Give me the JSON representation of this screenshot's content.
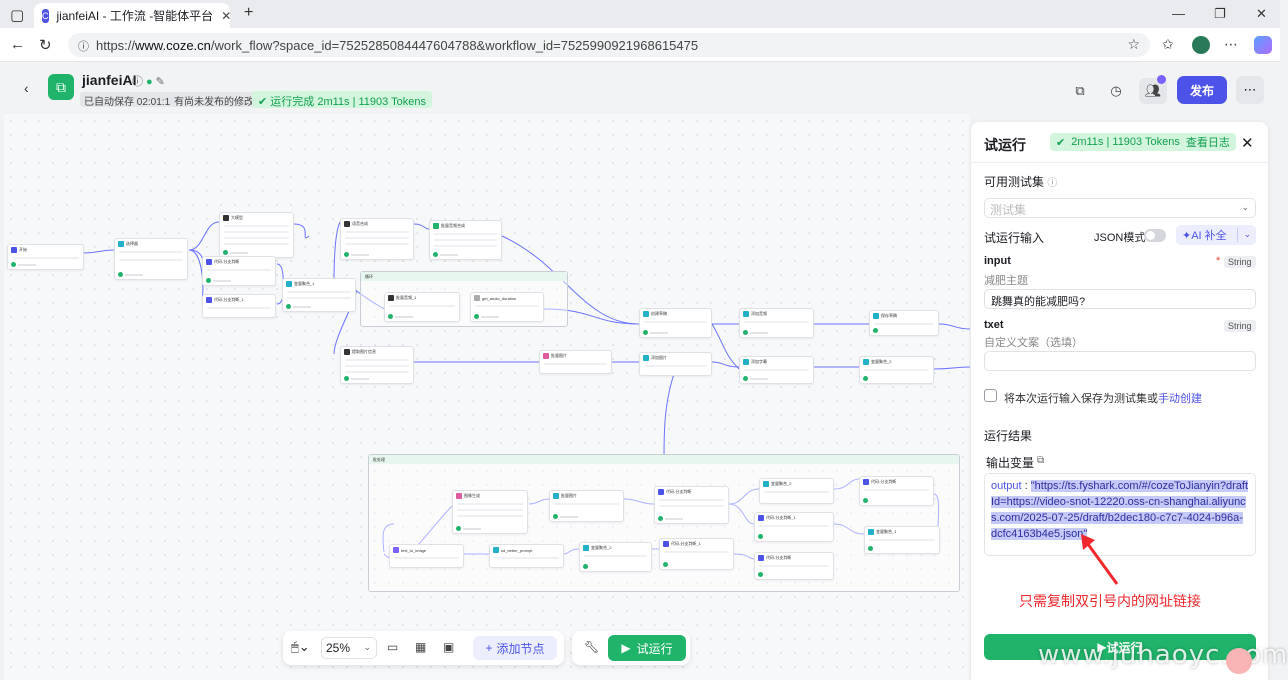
{
  "browser": {
    "tab_title": "jianfeiAI - 工作流 -智能体平台",
    "url_prefix": "https://",
    "url_host": "www.coze.cn",
    "url_path": "/work_flow?space_id=7525285084447604788&workflow_id=7525990921968615475"
  },
  "header": {
    "app_name": "jianfeiAI",
    "saved": "已自动保存 02:01:14",
    "unpublished": "有尚未发布的修改",
    "run_status": "运行完成 2m11s | 11903 Tokens",
    "publish": "发布"
  },
  "toolbar": {
    "zoom": "25%",
    "add_node": "添加节点",
    "test_run": "试运行"
  },
  "panel": {
    "title": "试运行",
    "badge_stats": "2m11s | 11903 Tokens",
    "badge_log": "查看日志",
    "testset_label": "可用测试集",
    "testset_placeholder": "测试集",
    "input_label": "试运行输入",
    "json_mode": "JSON模式",
    "ai_fill": "AI 补全",
    "field1_name": "input",
    "field1_type": "String",
    "field1_desc": "减肥主题",
    "field1_value": "跳舞真的能减肥吗?",
    "field2_name": "txet",
    "field2_type": "String",
    "field2_desc": "自定义文案（选填）",
    "field2_value": "",
    "save_text": "将本次运行输入保存为测试集或",
    "save_link": "手动创建",
    "result_label": "运行结果",
    "output_label": "输出变量",
    "output_key": "output",
    "output_value": "\"https://ts.fyshark.com/#/cozeToJianyin?draftId=https://video-snot-12220.oss-cn-shanghai.aliyuncs.com/2025-07-25/draft/b2dec180-c7c7-4024-b96a-dcfc4163b4e5.json\"",
    "run_button": "试运行"
  },
  "annotation": {
    "hint": "只需复制双引号内的网址链接"
  },
  "watermark": "www.juhaoyc.com",
  "nodes": [
    {
      "title": "开始"
    },
    {
      "title": "选择器"
    },
    {
      "title": "大模型"
    },
    {
      "title": "代码-分支判断"
    },
    {
      "title": "代码-分支判断_1"
    },
    {
      "title": "变量聚合_1"
    },
    {
      "title": "语音合成"
    },
    {
      "title": "批量音频合成"
    },
    {
      "title": "循环"
    },
    {
      "title": "批量音频_1"
    },
    {
      "title": "get_audio_duration"
    },
    {
      "title": "提取图片信息"
    },
    {
      "title": "批量图片"
    },
    {
      "title": "创建草稿"
    },
    {
      "title": "添加图片"
    },
    {
      "title": "添加音频"
    },
    {
      "title": "添加字幕"
    },
    {
      "title": "保存草稿"
    },
    {
      "title": "批处理"
    },
    {
      "title": "图像生成"
    },
    {
      "title": "text_to_image"
    },
    {
      "title": "sd_better_prompt"
    },
    {
      "title": "变量聚合_2"
    }
  ],
  "colors": {
    "brand": "#4d53e8",
    "success": "#20b46b",
    "hint_red": "#f0282d"
  }
}
